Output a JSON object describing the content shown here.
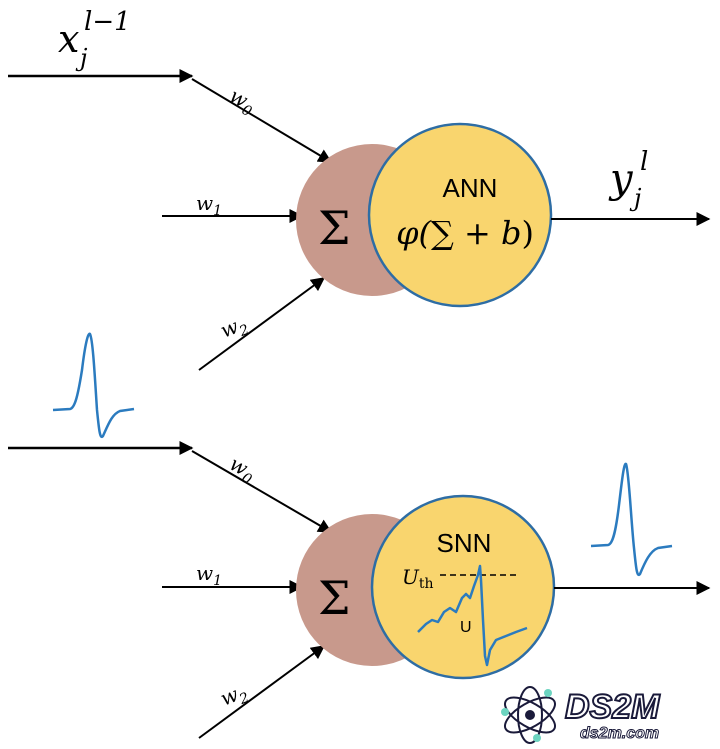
{
  "input_var": {
    "base": "x",
    "sub": "j",
    "sup": "l−1"
  },
  "output_var": {
    "base": "y",
    "sub": "j",
    "sup": "l"
  },
  "weights": [
    {
      "base": "w",
      "sub": "0"
    },
    {
      "base": "w",
      "sub": "1"
    },
    {
      "base": "w",
      "sub": "2"
    }
  ],
  "sum_symbol": "Σ",
  "ann": {
    "label": "ANN",
    "formula_prefix": "φ(",
    "formula_sum": "∑",
    "formula_rest": " + ",
    "formula_b": "b",
    "formula_close": ")"
  },
  "snn": {
    "label": "SNN",
    "threshold_base": "U",
    "threshold_sub": "th",
    "membrane_label": "U"
  },
  "watermark": {
    "logo_text": "DS2M",
    "url": "ds2m.com"
  },
  "colors": {
    "neuron_fill": "#f9d56e",
    "neuron_stroke": "#2e6da4",
    "sum_fill": "#c8998c",
    "spike": "#2b7bbf",
    "arrow": "#000000",
    "watermark": "#1a1a3a"
  }
}
